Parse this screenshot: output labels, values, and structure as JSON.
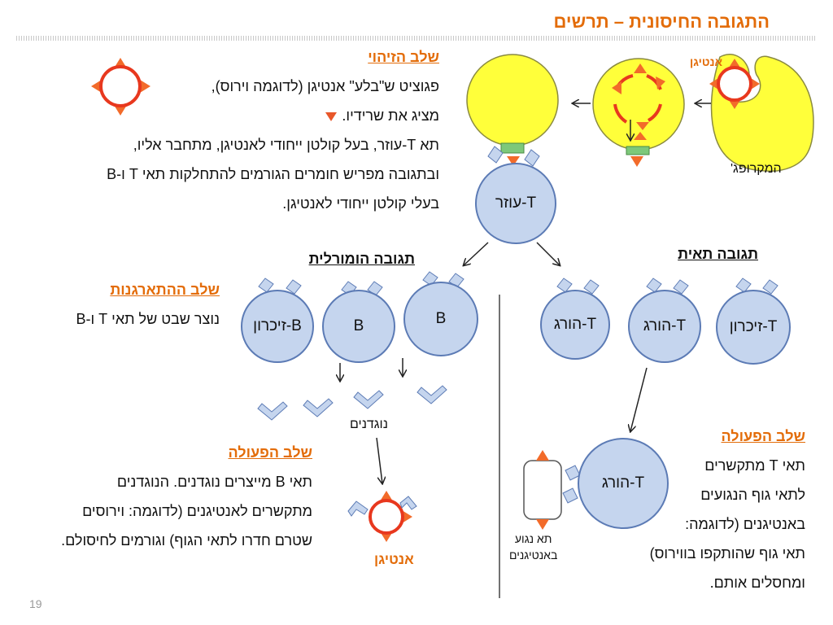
{
  "title": "התגובה החיסונית – תרשים",
  "page_number": "19",
  "recognition": {
    "heading": "שלב הזיהוי",
    "line1": "פגוציט ש\"בלע\" אנטיגן (לדוגמה וירוס),",
    "line2": "מציג את שרידיו.",
    "line3": "תא T-עוזר, בעל קולטן ייחודי לאנטיגן, מתחבר אליו,",
    "line4": "ובתגובה מפריש חומרים הגורמים להתחלקות תאי T ו-B",
    "line5": "בעלי קולטן ייחודי לאנטיגן."
  },
  "labels": {
    "antigen_top": "אנטיגן",
    "macrophage": "המקרופג'",
    "t_helper": "T-עוזר",
    "cellular_response": "תגובה תאית",
    "humoral_response": "תגובה הומורלית",
    "t_killer": "T-הורג",
    "t_memory": "T-זיכרון",
    "b_cell": "B",
    "b_memory": "B-זיכרון",
    "antibodies": "נוגדנים",
    "antigen_bottom": "אנטיגן",
    "infected_cell_line1": "תא נגוע",
    "infected_cell_line2": "באנטיגנים"
  },
  "organization": {
    "heading": "שלב ההתארגנות",
    "line1": "נוצר שבט של תאי T ו-B"
  },
  "humoral_action": {
    "heading": "שלב הפעולה",
    "line1": "תאי B מייצרים נוגדנים. הנוגדנים",
    "line2": "מתקשרים לאנטיגנים (לדוגמה: וירוסים",
    "line3": "שטרם חדרו לתאי הגוף) וגורמים לחיסולם."
  },
  "cellular_action": {
    "heading": "שלב הפעולה",
    "line1": "תאי T מתקשרים",
    "line2": "לתאי גוף הנגועים",
    "line3": "באנטיגנים (לדוגמה:",
    "line4": "תאי גוף שהותקפו בווירוס)",
    "line5": "ומחסלים אותם."
  },
  "colors": {
    "accent_orange": "#e36c09",
    "antigen_red": "#e8381e",
    "antigen_triangle": "#f26b2a",
    "macrophage_yellow": "#ffff3a",
    "cell_blue": "#c5d5ee",
    "cell_border": "#5c7bb5",
    "receptor_green": "#7dc87a"
  }
}
